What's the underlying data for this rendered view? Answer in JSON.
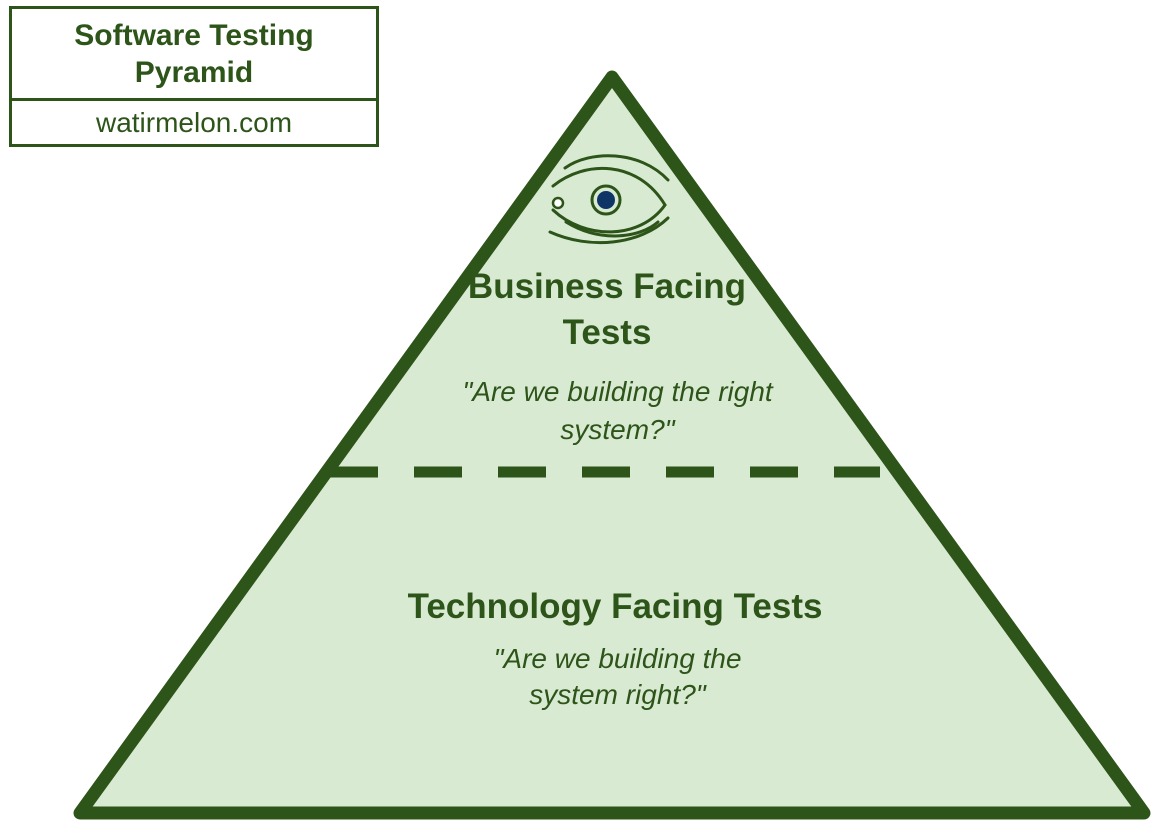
{
  "title_box": {
    "title": "Software Testing Pyramid",
    "source": "watirmelon.com"
  },
  "pyramid": {
    "top": {
      "icon": "eye-icon",
      "heading": "Business Facing Tests",
      "question": "\"Are we building the right system?\""
    },
    "bottom": {
      "heading": "Technology Facing Tests",
      "question": "\"Are we building the system right?\""
    }
  },
  "colors": {
    "outline": "#2d5419",
    "fill": "#d9ead3",
    "eye_pupil": "#0e3566"
  }
}
